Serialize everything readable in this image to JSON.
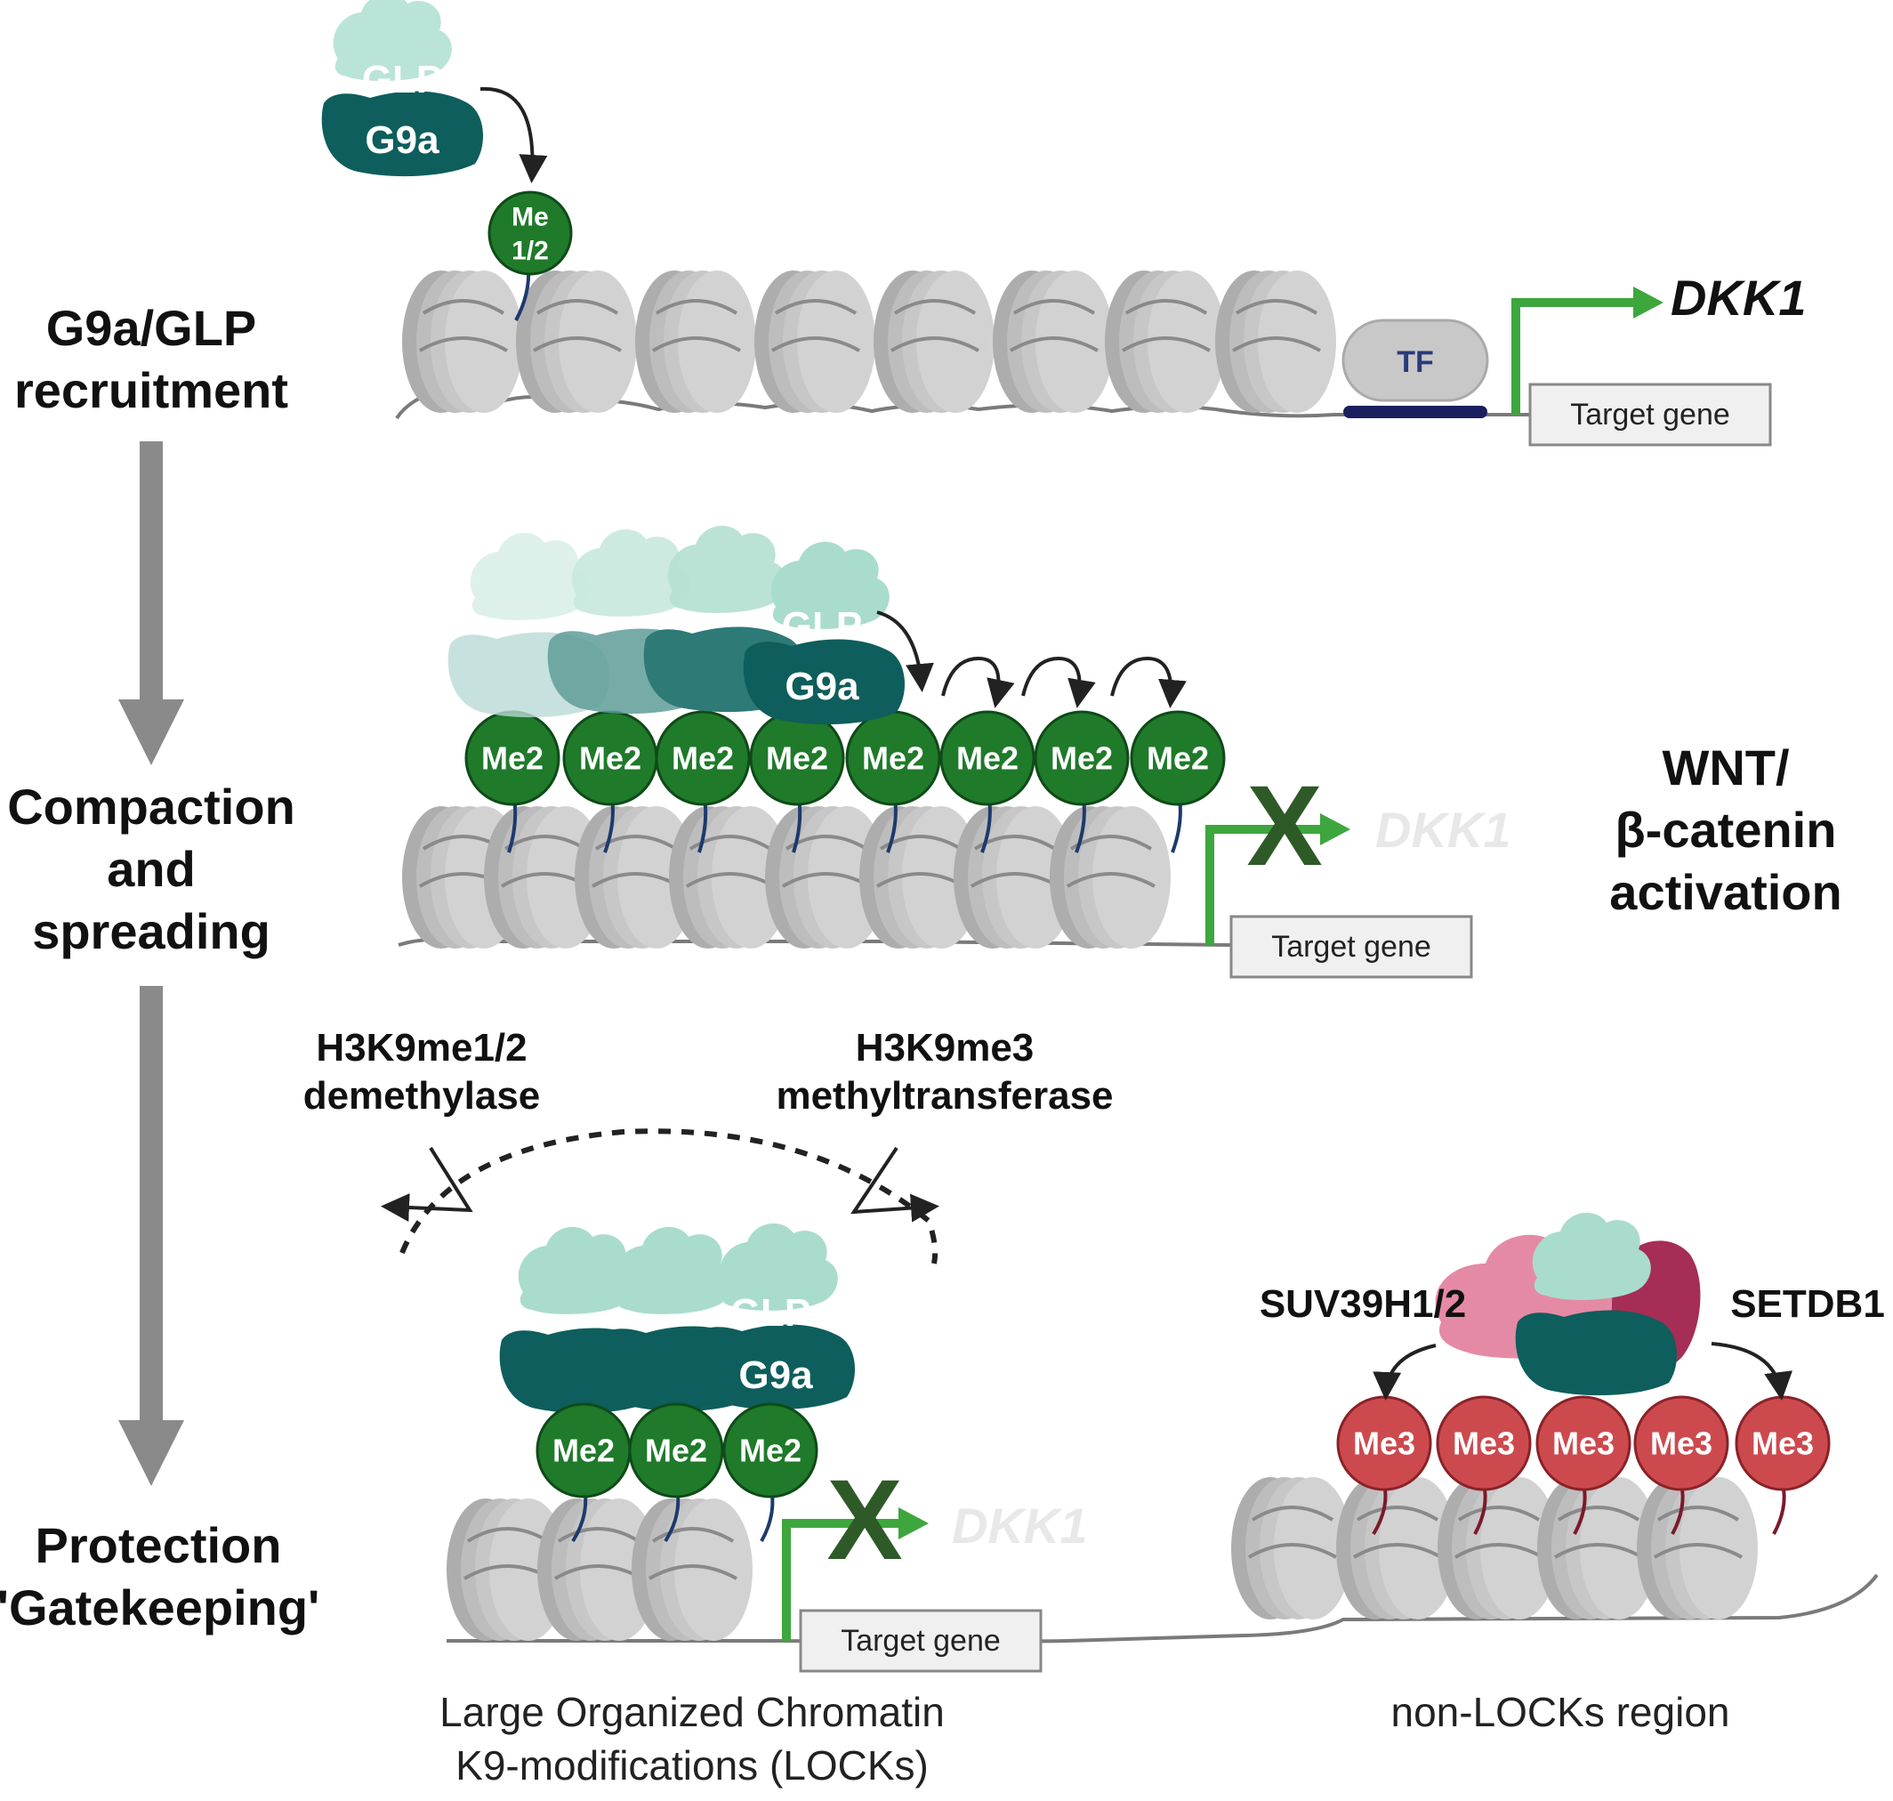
{
  "stages": {
    "recruitment": [
      "G9a/GLP",
      "recruitment"
    ],
    "spreading": [
      "Compaction",
      "and",
      "spreading"
    ],
    "protection": [
      "Protection",
      "'Gatekeeping'"
    ]
  },
  "side_label": [
    "WNT/",
    "β-catenin",
    "activation"
  ],
  "enzymes": {
    "glp": "GLP",
    "g9a": "G9a",
    "tf": "TF"
  },
  "marks": {
    "me12": [
      "Me",
      "1/2"
    ],
    "me2": "Me2",
    "me3": "Me3"
  },
  "gene": {
    "name": "DKK1",
    "target": "Target gene"
  },
  "labels": {
    "demethylase": [
      "H3K9me1/2",
      "demethylase"
    ],
    "methyltransferase": [
      "H3K9me3",
      "methyltransferase"
    ],
    "suv39h": "SUV39H1/2",
    "setdb1": "SETDB1"
  },
  "captions": {
    "locks": [
      "Large Organized Chromatin",
      "K9-modifications (LOCKs)"
    ],
    "non_locks": "non-LOCKs region"
  },
  "colors": {
    "g9a": "#0d5e5c",
    "glp": "#a9dccd",
    "me2": "#1f7a2a",
    "me3": "#cc4a4e",
    "nucleosome": "#c4c4c4",
    "promoter_arrow": "#3da63d",
    "block_x": "#2e5a27",
    "suv39h": "#e58aa4",
    "setdb1": "#a62d55"
  }
}
